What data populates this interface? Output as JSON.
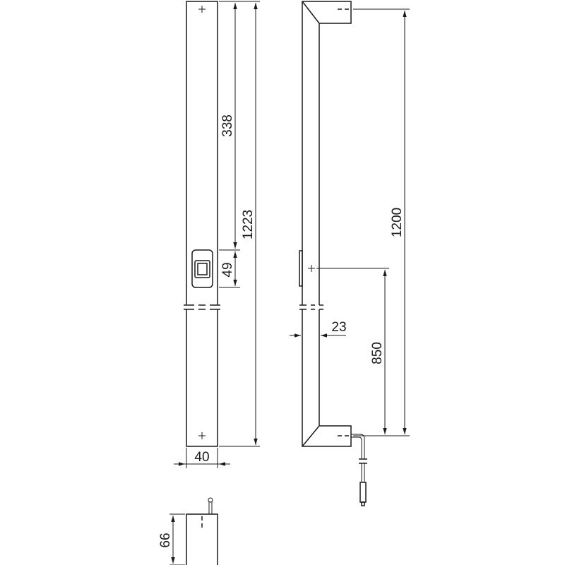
{
  "drawing": {
    "dimensions": {
      "sensor_offset": "338",
      "sensor_height": "49",
      "overall_length_front": "1223",
      "width": "40",
      "mount_spacing": "1200",
      "sensor_mount_height": "850",
      "depth": "23",
      "end_height": "66"
    },
    "color": "#1a1a1a"
  }
}
